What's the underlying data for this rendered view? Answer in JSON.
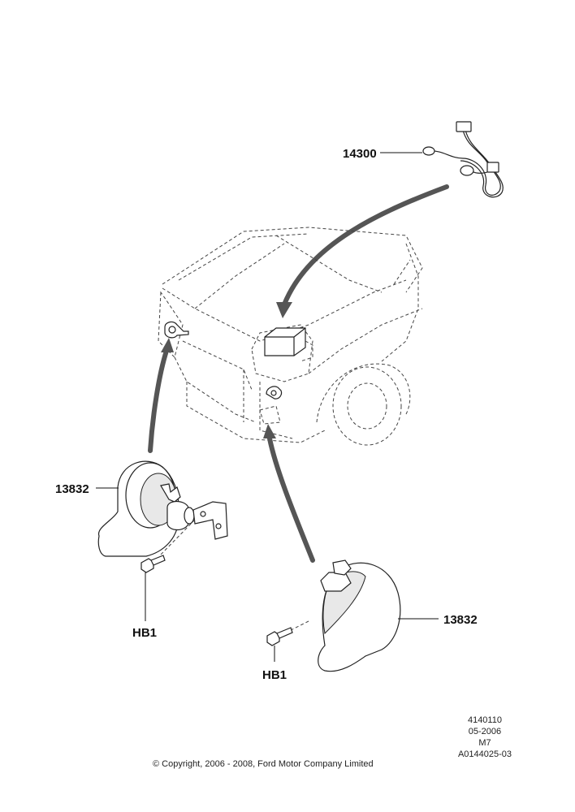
{
  "callouts": {
    "harness": "14300",
    "horn_left": "13832",
    "horn_right": "13832",
    "bolt_left": "HB1",
    "bolt_right": "HB1"
  },
  "reference": {
    "code": "4140110",
    "date": "05-2006",
    "model": "M7",
    "illustration": "A0144025-03"
  },
  "copyright": "© Copyright, 2006 - 2008, Ford Motor Company Limited"
}
